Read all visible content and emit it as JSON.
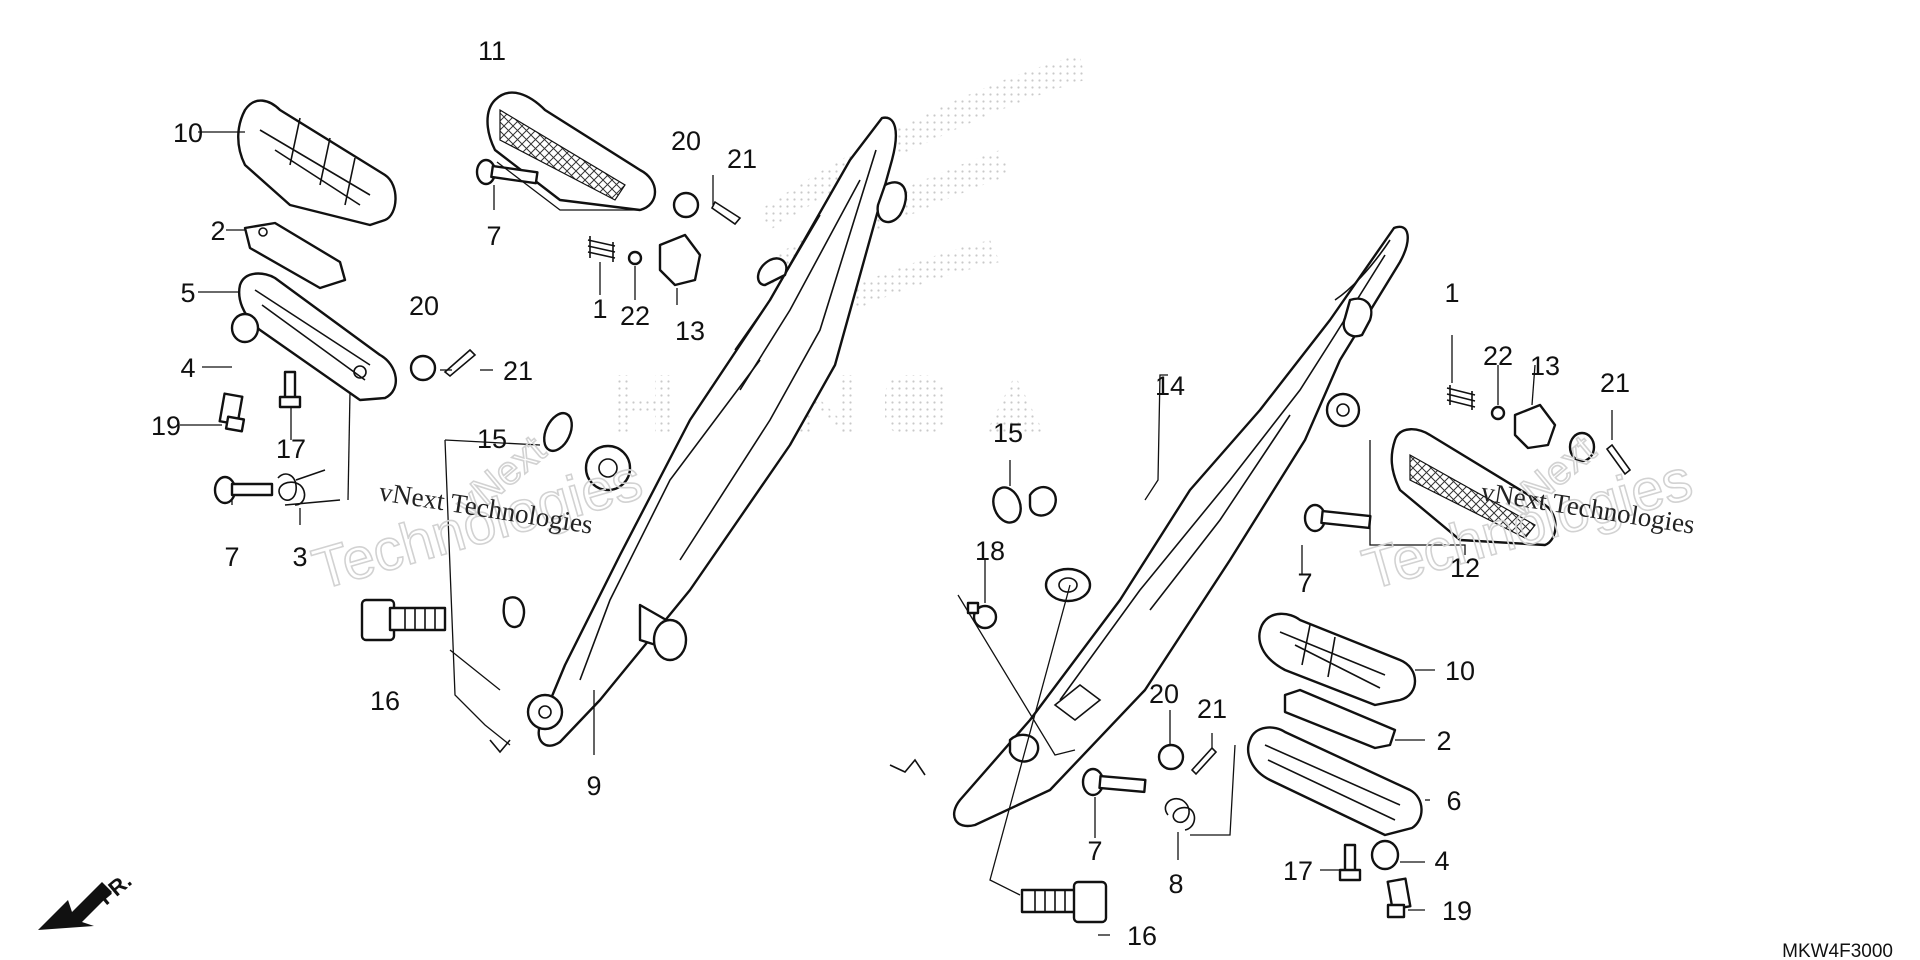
{
  "diagram": {
    "code": "MKW4F3000",
    "front_marker": "FR.",
    "watermark": "vNext Technologies",
    "watermark_lines": [
      "vNext",
      "Technologies"
    ],
    "callouts": [
      {
        "id": "c11",
        "text": "11"
      },
      {
        "id": "c10a",
        "text": "10"
      },
      {
        "id": "c2a",
        "text": "2"
      },
      {
        "id": "c5",
        "text": "5"
      },
      {
        "id": "c4a",
        "text": "4"
      },
      {
        "id": "c19a",
        "text": "19"
      },
      {
        "id": "c17a",
        "text": "17"
      },
      {
        "id": "c7a",
        "text": "7"
      },
      {
        "id": "c3",
        "text": "3"
      },
      {
        "id": "c7b",
        "text": "7"
      },
      {
        "id": "c20a",
        "text": "20"
      },
      {
        "id": "c21a",
        "text": "21"
      },
      {
        "id": "c1a",
        "text": "1"
      },
      {
        "id": "c22a",
        "text": "22"
      },
      {
        "id": "c13a",
        "text": "13"
      },
      {
        "id": "c20b",
        "text": "20"
      },
      {
        "id": "c21b",
        "text": "21"
      },
      {
        "id": "c15a",
        "text": "15"
      },
      {
        "id": "c16a",
        "text": "16"
      },
      {
        "id": "c9",
        "text": "9"
      },
      {
        "id": "c14",
        "text": "14"
      },
      {
        "id": "c15b",
        "text": "15"
      },
      {
        "id": "c18",
        "text": "18"
      },
      {
        "id": "c1b",
        "text": "1"
      },
      {
        "id": "c22b",
        "text": "22"
      },
      {
        "id": "c13b",
        "text": "13"
      },
      {
        "id": "c21c",
        "text": "21"
      },
      {
        "id": "c12",
        "text": "12"
      },
      {
        "id": "c7c",
        "text": "7"
      },
      {
        "id": "c10b",
        "text": "10"
      },
      {
        "id": "c2b",
        "text": "2"
      },
      {
        "id": "c20c",
        "text": "20"
      },
      {
        "id": "c21d",
        "text": "21"
      },
      {
        "id": "c6",
        "text": "6"
      },
      {
        "id": "c7d",
        "text": "7"
      },
      {
        "id": "c8",
        "text": "8"
      },
      {
        "id": "c17b",
        "text": "17"
      },
      {
        "id": "c4b",
        "text": "4"
      },
      {
        "id": "c19b",
        "text": "19"
      },
      {
        "id": "c16b",
        "text": "16"
      }
    ]
  }
}
